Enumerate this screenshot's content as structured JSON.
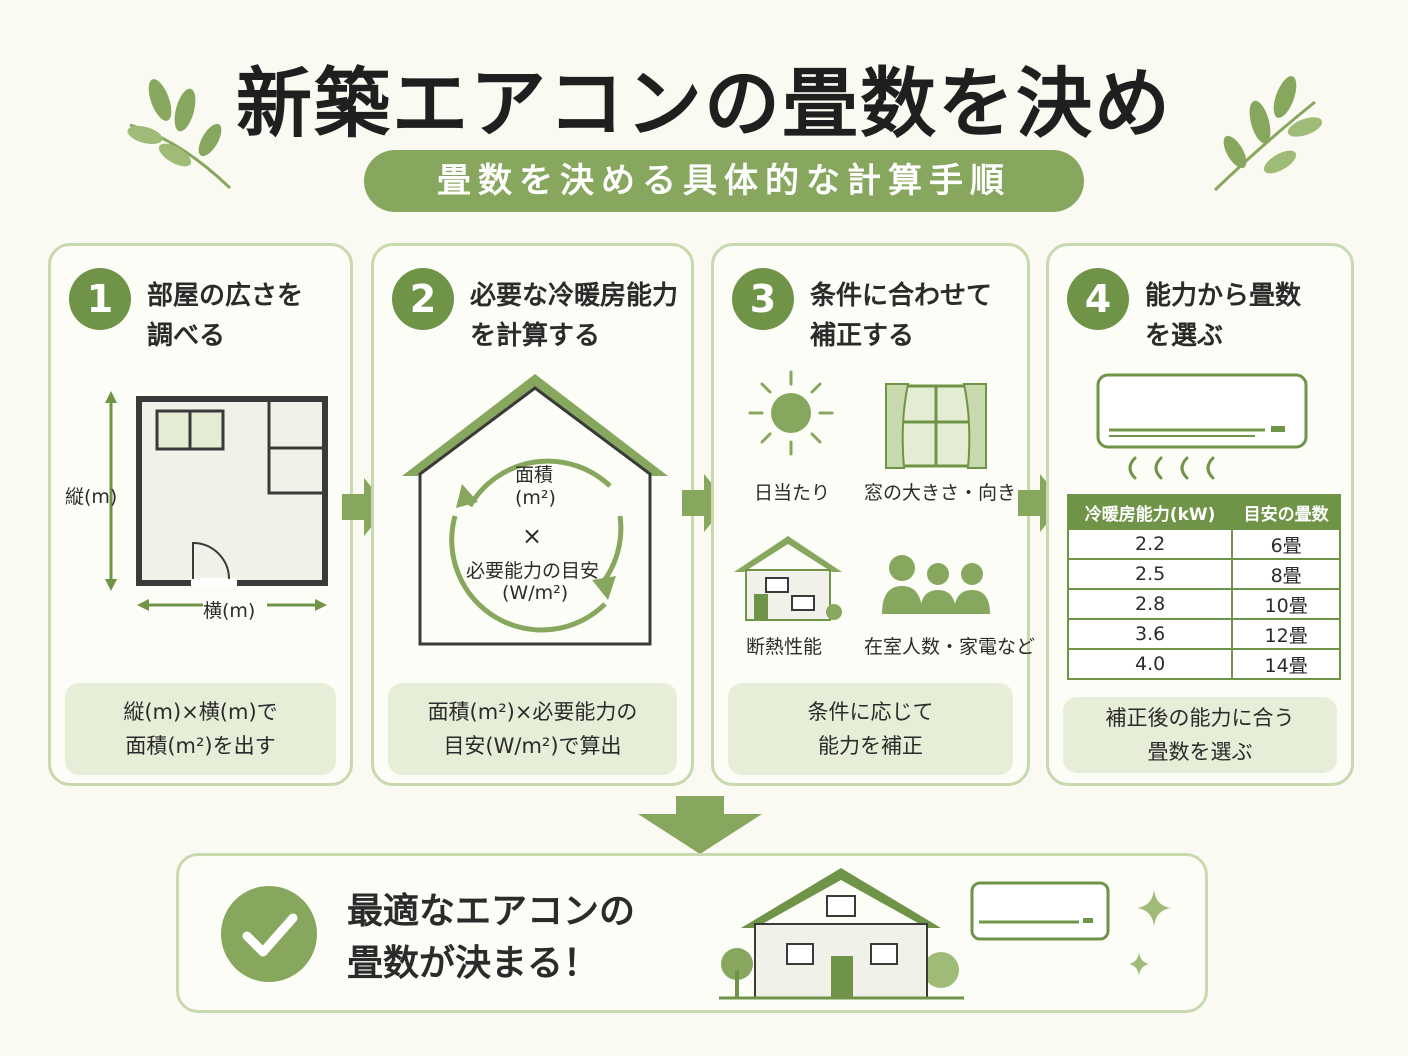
{
  "title": "新築エアコンの畳数を決め",
  "subtitle": "畳数を決める具体的な計算手順",
  "colors": {
    "accent": "#86a75d",
    "dark_green": "#6f9447",
    "light_green": "#e7eed8",
    "border": "#c9d9ae",
    "background": "#fbfaf2"
  },
  "steps": [
    {
      "number": "1",
      "title_line1": "部屋の広さを",
      "title_line2": "調べる",
      "labels": {
        "vertical": "縦(m)",
        "horizontal": "横(m)"
      },
      "note_line1": "縦(m)×横(m)で",
      "note_line2": "面積(m²)を出す"
    },
    {
      "number": "2",
      "title_line1": "必要な冷暖房能力",
      "title_line2": "を計算する",
      "labels": {
        "area": "面積",
        "area_unit": "(m²)",
        "times": "×",
        "need": "必要能力の目安",
        "need_unit": "(W/m²)"
      },
      "note_line1": "面積(m²)×必要能力の",
      "note_line2": "目安(W/m²)で算出"
    },
    {
      "number": "3",
      "title_line1": "条件に合わせて",
      "title_line2": "補正する",
      "labels": {
        "sun": "日当たり",
        "window": "窓の大きさ・向き",
        "insulation": "断熱性能",
        "people": "在室人数・家電など"
      },
      "icons": [
        "sun-icon",
        "window-icon",
        "house-icon",
        "people-icon"
      ],
      "note_line1": "条件に応じて",
      "note_line2": "能力を補正"
    },
    {
      "number": "4",
      "title_line1": "能力から畳数",
      "title_line2": "を選ぶ",
      "table": {
        "headers": [
          "冷暖房能力(kW)",
          "目安の畳数"
        ],
        "rows": [
          [
            "2.2",
            "6畳"
          ],
          [
            "2.5",
            "8畳"
          ],
          [
            "2.8",
            "10畳"
          ],
          [
            "3.6",
            "12畳"
          ],
          [
            "4.0",
            "14畳"
          ]
        ]
      },
      "note_line1": "補正後の能力に合う",
      "note_line2": "畳数を選ぶ"
    }
  ],
  "result": {
    "line1": "最適なエアコンの",
    "line2": "畳数が決まる！",
    "icon": "check-icon"
  }
}
